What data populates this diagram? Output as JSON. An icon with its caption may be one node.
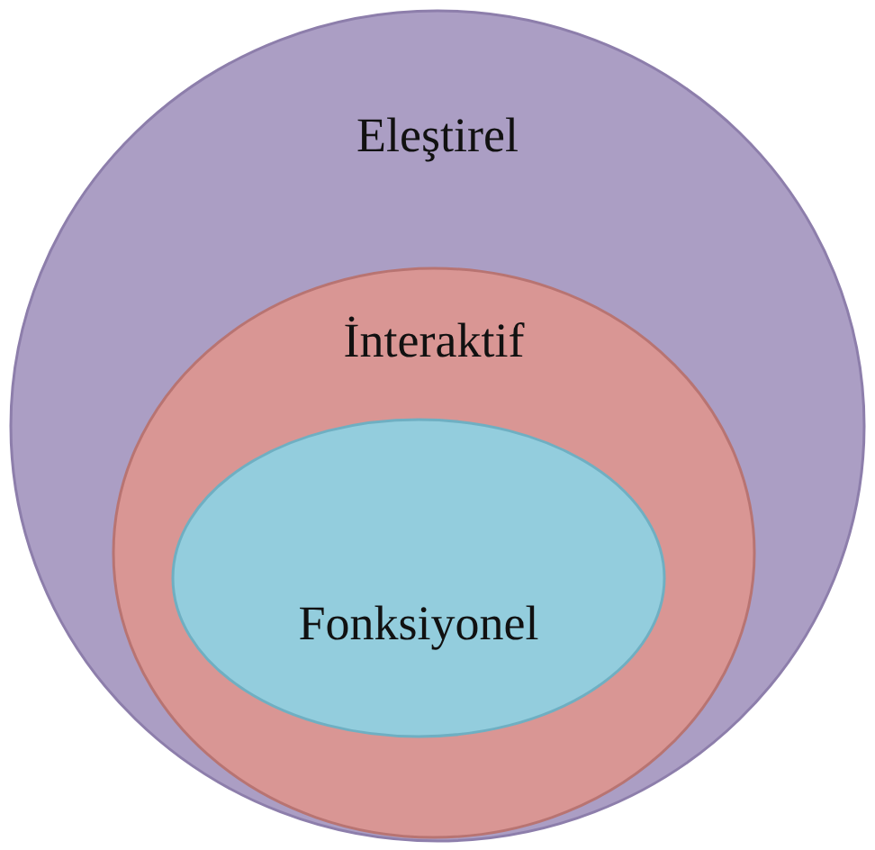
{
  "diagram": {
    "nodes": [
      {
        "text": [
          "Eleştirel"
        ]
      },
      {
        "text": [
          "İnteraktif"
        ],
        "in": 0
      },
      {
        "text": [
          "Fonksiyonel"
        ],
        "in": 1
      }
    ]
  }
}
